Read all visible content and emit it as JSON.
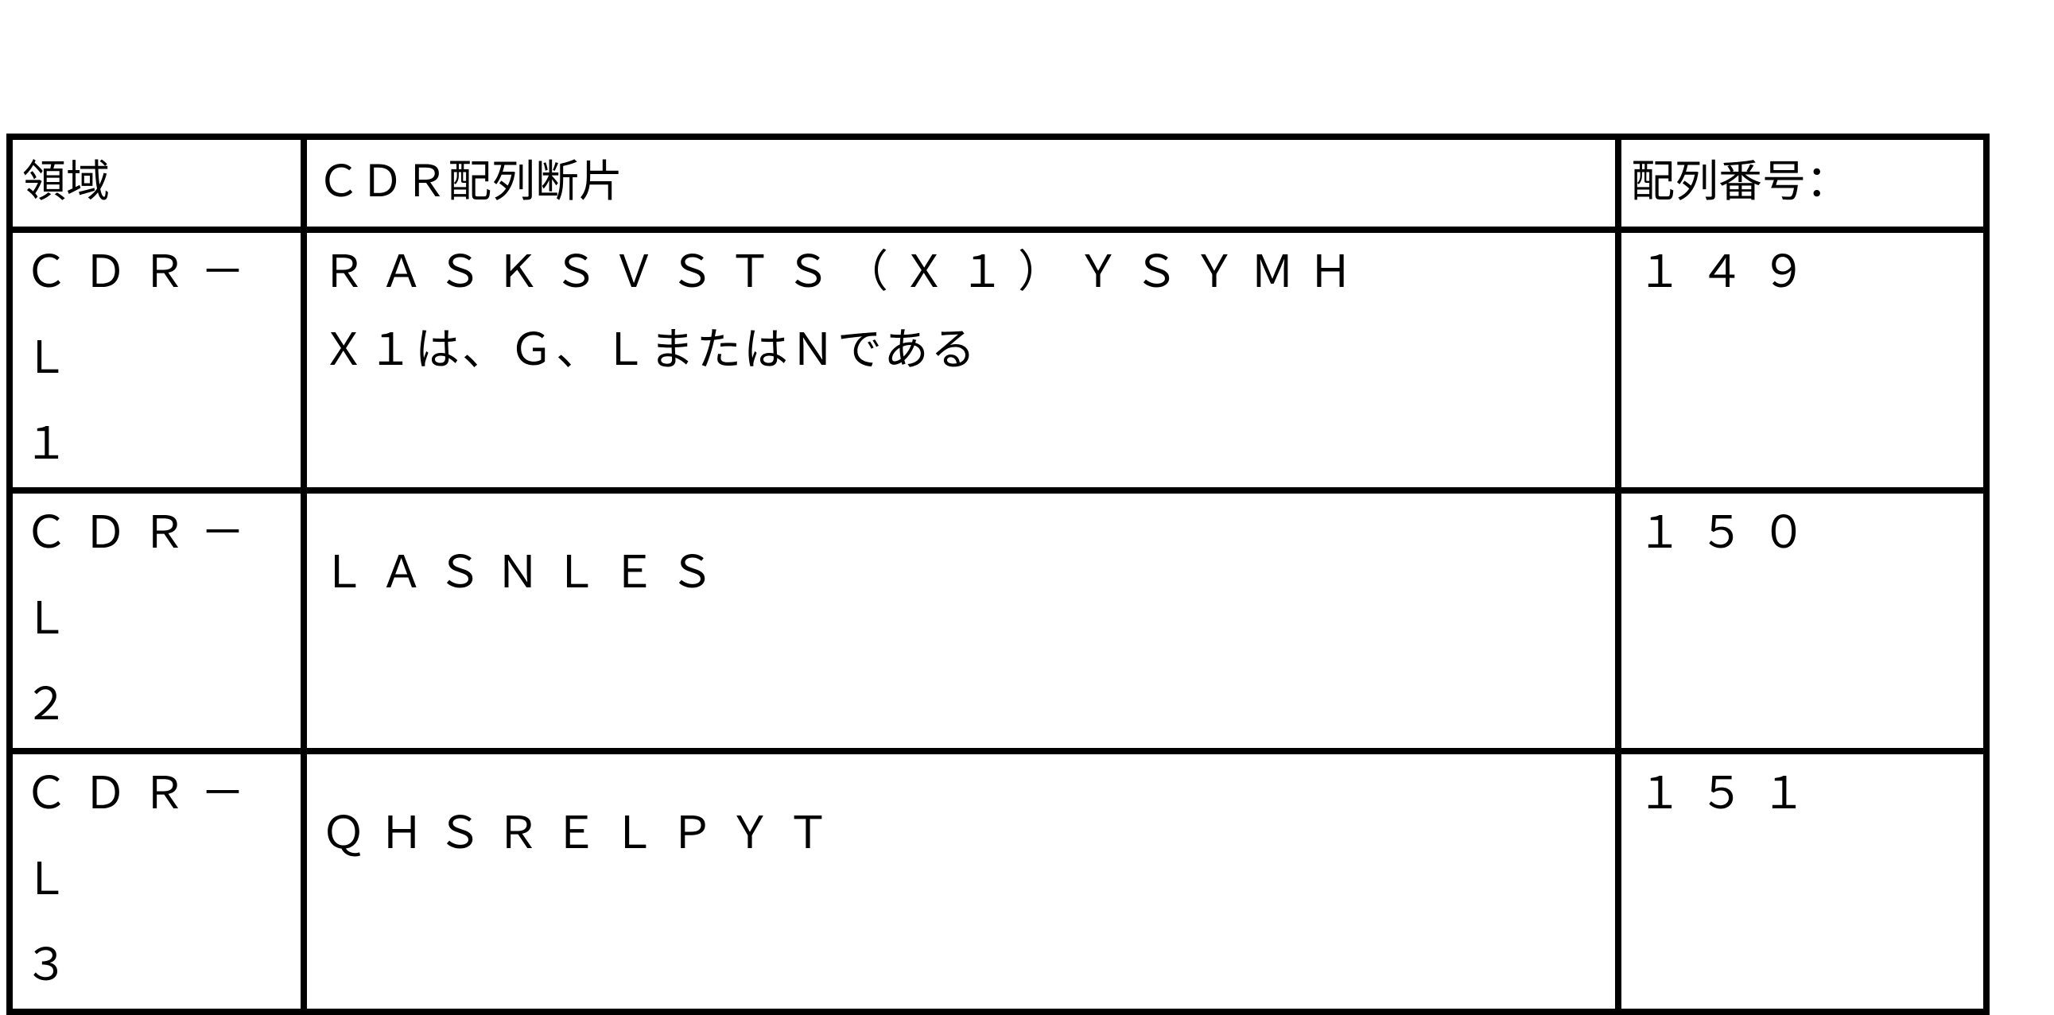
{
  "table": {
    "headers": {
      "region": "領域",
      "sequence": "ＣＤＲ配列断片",
      "seq_id": "配列番号："
    },
    "rows": [
      {
        "region_line1": "ＣＤＲ－Ｌ",
        "region_line2": "１",
        "sequence": "ＲＡＳＫＳＶＳＴＳ（Ｘ１）ＹＳＹＭＨ",
        "note": "Ｘ１は、Ｇ、ＬまたはＮである",
        "seq_id": "１４９"
      },
      {
        "region_line1": "ＣＤＲ－Ｌ",
        "region_line2": "２",
        "sequence": "ＬＡＳＮＬＥＳ",
        "seq_id": "１５０"
      },
      {
        "region_line1": "ＣＤＲ－Ｌ",
        "region_line2": "３",
        "sequence": "ＱＨＳＲＥＬＰＹＴ",
        "seq_id": "１５１"
      }
    ]
  }
}
